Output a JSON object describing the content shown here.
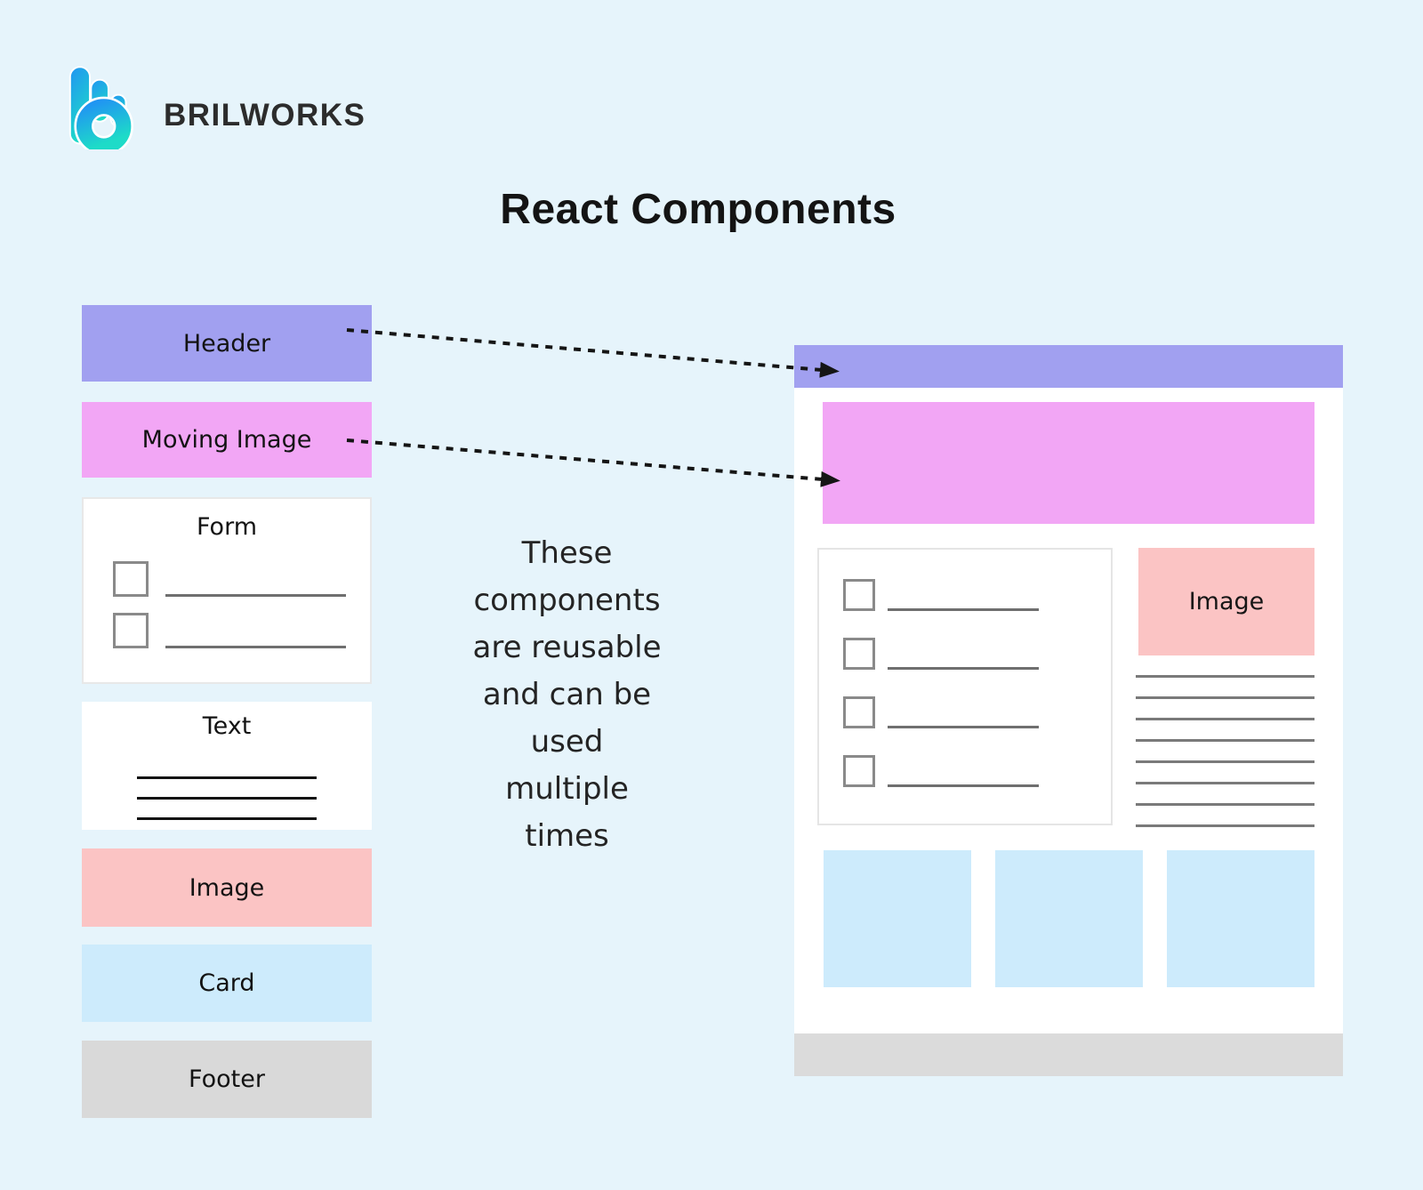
{
  "logo": {
    "brand": "BRILWORKS"
  },
  "title": "React Components",
  "sidebar": {
    "blocks": [
      {
        "label": "Header",
        "color": "#A1A0F0"
      },
      {
        "label": "Moving Image",
        "color": "#F2A6F5"
      },
      {
        "label": "Form",
        "color": "#FFFFFF"
      },
      {
        "label": "Text",
        "color": "#FFFFFF"
      },
      {
        "label": "Image",
        "color": "#FBC4C4"
      },
      {
        "label": "Card",
        "color": "#CDEBFC"
      },
      {
        "label": "Footer",
        "color": "#D9D9D9"
      }
    ]
  },
  "center_note": {
    "full_text": "These components are reusable and can be used multiple times",
    "lines": [
      "These",
      "components",
      "are reusable",
      "and can be",
      "used",
      "multiple",
      "times"
    ]
  },
  "mockup": {
    "image_label": "Image"
  },
  "colors": {
    "background": "#E6F4FB",
    "purple": "#A1A0F0",
    "pink": "#F2A6F5",
    "salmon": "#FBC4C4",
    "blue": "#CDEBFC",
    "gray": "#D9D9D9",
    "arrow": "#151515",
    "logo-blue": "#2095F2",
    "logo-teal": "#1EDBC8",
    "brand-text": "#2C2C2C"
  }
}
